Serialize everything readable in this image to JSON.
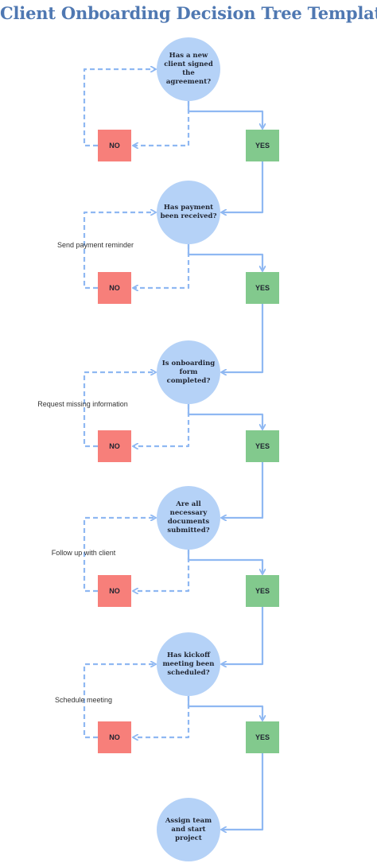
{
  "title": "Client Onboarding Decision Tree Template",
  "decisions": [
    {
      "question": "Has a new client signed the agreement?",
      "no_label": "NO",
      "yes_label": "YES",
      "note": ""
    },
    {
      "question": "Has payment been received?",
      "no_label": "NO",
      "yes_label": "YES",
      "note": "Send payment reminder"
    },
    {
      "question": "Is onboarding form completed?",
      "no_label": "NO",
      "yes_label": "YES",
      "note": "Request missing information"
    },
    {
      "question": "Are all necessary documents submitted?",
      "no_label": "NO",
      "yes_label": "YES",
      "note": "Follow up with client"
    },
    {
      "question": "Has kickoff meeting been scheduled?",
      "no_label": "NO",
      "yes_label": "YES",
      "note": "Schedule meeting"
    }
  ],
  "final_step": "Assign team and start project",
  "colors": {
    "title": "#4f78b2",
    "decision_fill": "#b5d2f7",
    "yes_fill": "#82c98d",
    "no_fill": "#f77f7a",
    "connector": "#8fb8f2"
  }
}
